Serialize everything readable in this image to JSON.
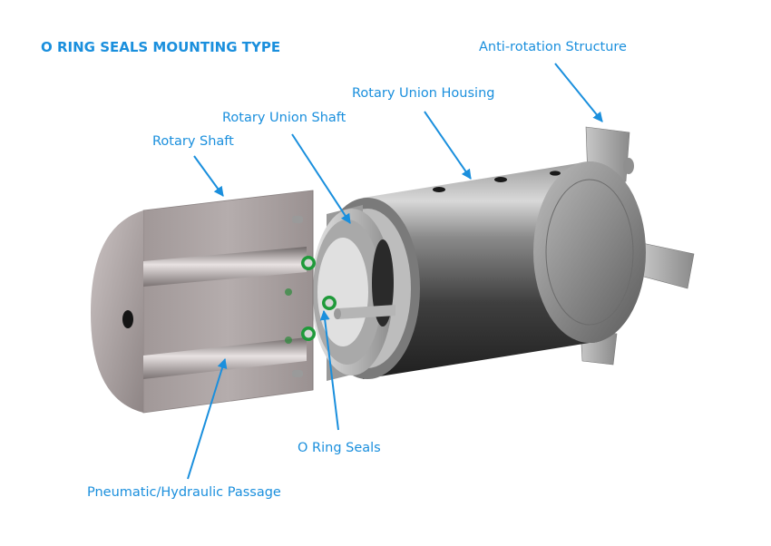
{
  "title": "O RING SEALS MOUNTING TYPE",
  "labels": {
    "anti_rotation": "Anti-rotation Structure",
    "housing": "Rotary Union Housing",
    "union_shaft": "Rotary Union Shaft",
    "rotary_shaft": "Rotary Shaft",
    "o_ring": "O Ring Seals",
    "passage": "Pneumatic/Hydraulic Passage"
  },
  "colors": {
    "label": "#1a8fdd",
    "ring": "#1f9a3a"
  }
}
